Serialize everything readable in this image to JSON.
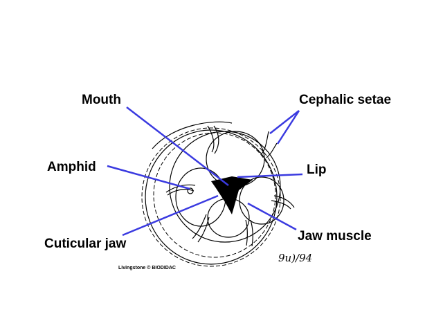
{
  "labels": {
    "mouth": "Mouth",
    "cephalic_setae": "Cephalic setae",
    "amphid": "Amphid",
    "lip": "Lip",
    "cuticular_jaw": "Cuticular jaw",
    "jaw_muscle": "Jaw muscle"
  },
  "credit": "Livingstone © BIODIDAC",
  "signature": "9u)/94",
  "colors": {
    "leader_line": "#3a3ae0",
    "ink": "#000000"
  }
}
